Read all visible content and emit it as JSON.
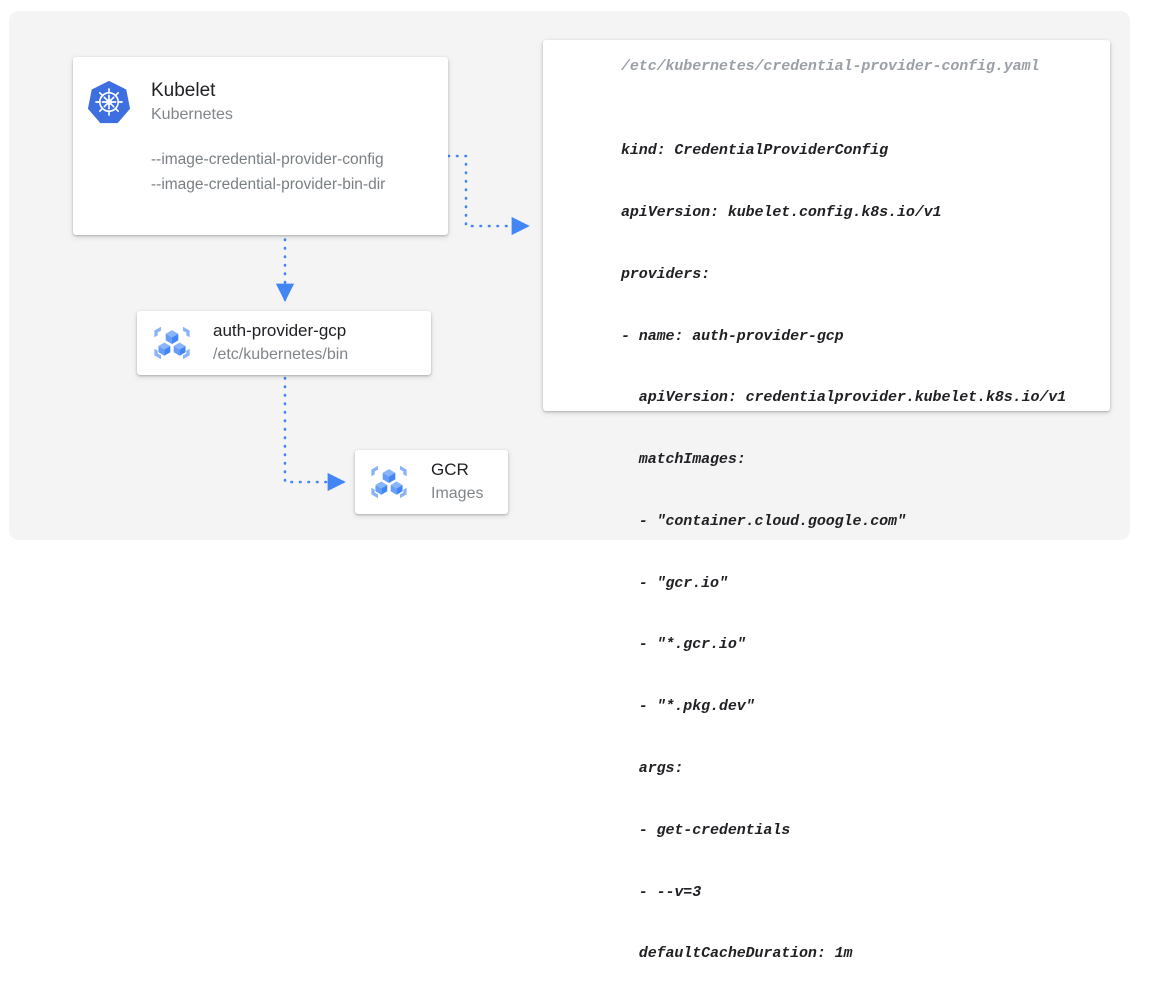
{
  "diagram": {
    "accent_color": "#4285f4",
    "canvas_color": "#f4f4f4",
    "card_color": "#ffffff",
    "title_color": "#202124",
    "muted_color": "#80868b"
  },
  "kubelet_card": {
    "icon": "kubernetes-logo-icon",
    "title": "Kubelet",
    "subtitle": "Kubernetes",
    "flags": [
      "--image-credential-provider-config",
      "--image-credential-provider-bin-dir"
    ]
  },
  "auth_provider_card": {
    "icon": "container-registry-icon",
    "title": "auth-provider-gcp",
    "subtitle": "/etc/kubernetes/bin"
  },
  "gcr_card": {
    "icon": "container-registry-icon",
    "title": "GCR",
    "subtitle": "Images"
  },
  "code_panel": {
    "path": "/etc/kubernetes/credential-provider-config.yaml",
    "lines": [
      "kind: CredentialProviderConfig",
      "apiVersion: kubelet.config.k8s.io/v1",
      "providers:",
      "- name: auth-provider-gcp",
      "  apiVersion: credentialprovider.kubelet.k8s.io/v1",
      "  matchImages:",
      "  - \"container.cloud.google.com\"",
      "  - \"gcr.io\"",
      "  - \"*.gcr.io\"",
      "  - \"*.pkg.dev\"",
      "  args:",
      "  - get-credentials",
      "  - --v=3",
      "  defaultCacheDuration: 1m"
    ]
  },
  "connectors": [
    {
      "name": "kubelet-to-config",
      "from": "kubelet_card",
      "to": "code_panel",
      "style": "dotted",
      "arrow": true
    },
    {
      "name": "kubelet-to-auth-provider",
      "from": "kubelet_card",
      "to": "auth_provider_card",
      "style": "dotted",
      "arrow": true
    },
    {
      "name": "auth-provider-to-gcr",
      "from": "auth_provider_card",
      "to": "gcr_card",
      "style": "dotted",
      "arrow": true
    }
  ]
}
